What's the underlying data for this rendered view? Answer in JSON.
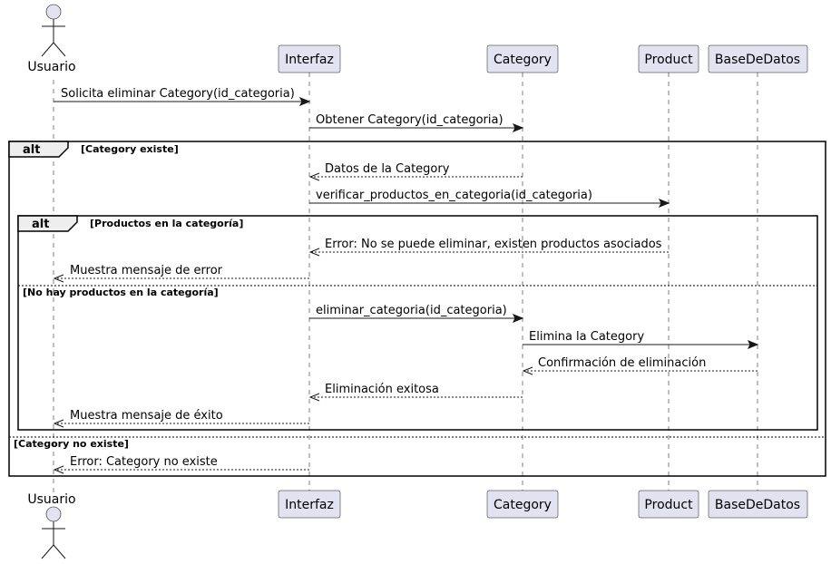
{
  "participants": {
    "usuario": "Usuario",
    "interfaz": "Interfaz",
    "category": "Category",
    "product": "Product",
    "basededatos": "BaseDeDatos"
  },
  "messages": [
    "Solicita eliminar Category(id_categoria)",
    "Obtener Category(id_categoria)",
    "Datos de la Category",
    "verificar_productos_en_categoria(id_categoria)",
    "Error: No se puede eliminar, existen productos asociados",
    "Muestra mensaje de error",
    "eliminar_categoria(id_categoria)",
    "Elimina la Category",
    "Confirmación de eliminación",
    "Eliminación exitosa",
    "Muestra mensaje de éxito",
    "Error: Category no existe"
  ],
  "fragments": {
    "outer": {
      "keyword": "alt",
      "guard_true": "[Category existe]",
      "guard_else": "[Category no existe]"
    },
    "inner": {
      "keyword": "alt",
      "guard_true": "[Productos en la categoría]",
      "guard_else": "[No hay productos en la categoría]"
    }
  }
}
